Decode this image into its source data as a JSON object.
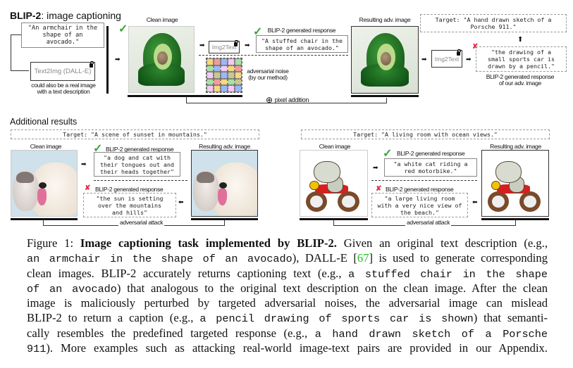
{
  "top": {
    "title_bold": "BLIP-2",
    "title_rest": ": image captioning",
    "input_text": "\"An armchair in the\nshape of an\navocado.\"",
    "text2img_label": "Text2Img (DALL-E)",
    "real_image_note": "could also be a real image\nwith a text description",
    "clean_image_label": "Clean image",
    "img2text_label": "Img2Text",
    "response_label": "BLIP-2 generated response",
    "clean_response": "\"A stuffed chair in the\nshape of an avocado.\"",
    "noise_label": "adversarial noise\n(by our method)",
    "pixel_addition_label": "pixel addition",
    "adv_image_label": "Resulting adv. image",
    "target_text": "Target: \"A hand drawn sketch of a\nPorsche 911.\"",
    "adv_response": "\"the drawing of a\nsmall sports car is\ndrawn by a pencil.\"",
    "adv_response_label": "BLIP-2 generated response\nof our adv. image",
    "noise_colors": [
      "#f7d77a",
      "#f59a9a",
      "#9ab8f5",
      "#f5c8f5",
      "#a6e0a6",
      "#a6e0a6",
      "#9ab8f5",
      "#f5c8f5",
      "#f7d77a",
      "#f59a9a",
      "#f5c8f5",
      "#c8c890",
      "#9ab8f5",
      "#c8c890",
      "#f7d77a",
      "#a6e0a6",
      "#f59a9a",
      "#f7d77a",
      "#a6e0a6",
      "#c8c890",
      "#f5c8f5",
      "#f7d77a",
      "#9ab8f5",
      "#f5c8f5",
      "#9ab8f5"
    ]
  },
  "additional": {
    "heading": "Additional results",
    "examples": [
      {
        "target": "Target: \"A scene of sunset in mountains.\"",
        "clean_label": "Clean image",
        "adv_label": "Resulting adv. image",
        "response_label": "BLIP-2 generated response",
        "clean_response": "\"a dog and cat with\ntheir tongues out and\ntheir heads together\"",
        "adv_response": "\"the sun is setting\nover the mountains\nand hills\"",
        "attack_label": "adversarial attack"
      },
      {
        "target": "Target: \"A living room with ocean views.\"",
        "clean_label": "Clean image",
        "adv_label": "Resulting adv. image",
        "response_label": "BLIP-2 generated response",
        "clean_response": "\"a white cat riding a\nred motorbike.\"",
        "adv_response": "\"a large living room\nwith a very nice view of\nthe beach.\"",
        "attack_label": "adversarial attack"
      }
    ]
  },
  "caption": {
    "lines": [
      [
        {
          "t": "Figure 1: ",
          "s": ""
        },
        {
          "t": "Image captioning task implemented by BLIP-2.",
          "s": "b"
        },
        {
          "t": " Given an original text description (e.g.,",
          "s": ""
        }
      ],
      [
        {
          "t": "an armchair in the shape of an avocado",
          "s": "m"
        },
        {
          "t": "), DALL-E [",
          "s": ""
        },
        {
          "t": "67",
          "s": "l"
        },
        {
          "t": "] is used to generate corresponding",
          "s": ""
        }
      ],
      [
        {
          "t": "clean images. BLIP-2 accurately returns captioning text (e.g., ",
          "s": ""
        },
        {
          "t": "a stuffed chair in the shape",
          "s": "m"
        }
      ],
      [
        {
          "t": "of an avocado",
          "s": "m"
        },
        {
          "t": ") that analogous to the original text description on the clean image. After the clean",
          "s": ""
        }
      ],
      [
        {
          "t": "image is maliciously perturbed by targeted adversarial noises, the adversarial image can mislead",
          "s": ""
        }
      ],
      [
        {
          "t": "BLIP-2 to return a caption (e.g., ",
          "s": ""
        },
        {
          "t": "a pencil drawing of sports car is shown",
          "s": "m"
        },
        {
          "t": ") that semanti-",
          "s": ""
        }
      ],
      [
        {
          "t": "cally resembles the predefined targeted response (e.g., ",
          "s": ""
        },
        {
          "t": "a hand drawn sketch of a Porsche",
          "s": "m"
        }
      ],
      [
        {
          "t": "911",
          "s": "m"
        },
        {
          "t": "). More examples such as attacking real-world image-text pairs are provided in our Appendix.",
          "s": ""
        }
      ]
    ]
  }
}
